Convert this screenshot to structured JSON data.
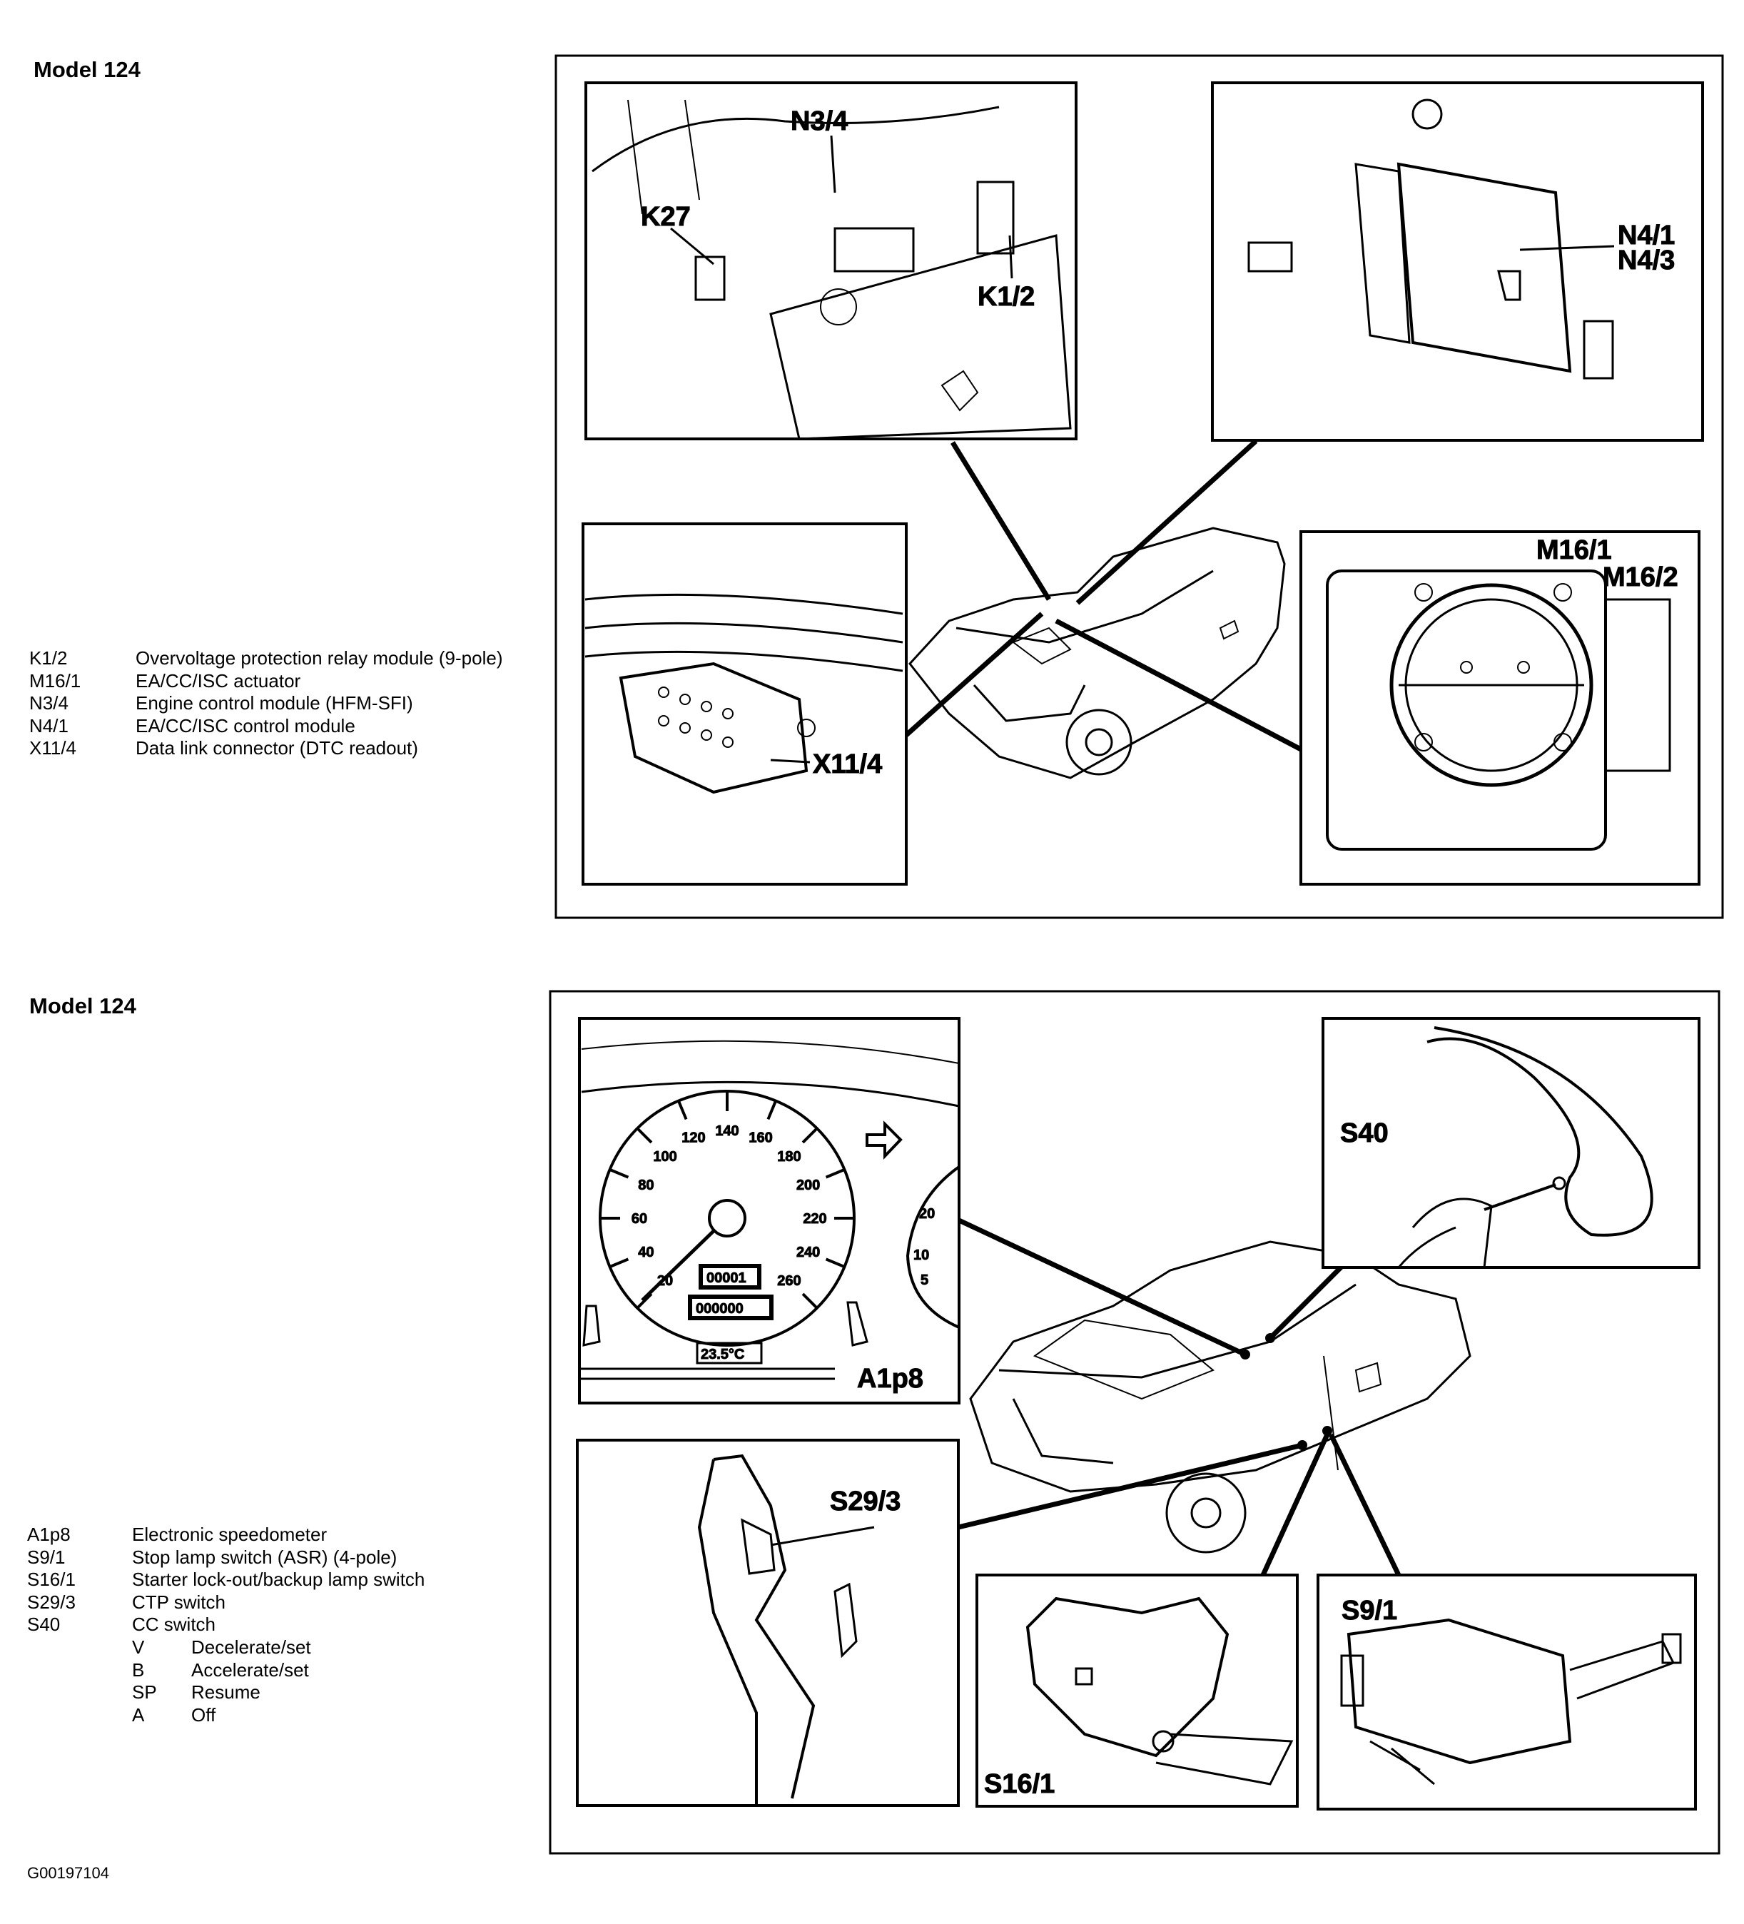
{
  "figure_top": {
    "title": "Model 124",
    "callouts": {
      "n3_4": "N3/4",
      "k27": "K27",
      "k1_2": "K1/2",
      "n4_1": "N4/1",
      "n4_3": "N4/3",
      "m16_1": "M16/1",
      "m16_2": "M16/2",
      "x11_4": "X11/4"
    },
    "legend": [
      {
        "code": "K1/2",
        "desc": "Overvoltage protection relay module (9-pole)"
      },
      {
        "code": "M16/1",
        "desc": "EA/CC/ISC actuator"
      },
      {
        "code": "N3/4",
        "desc": "Engine control module (HFM-SFI)"
      },
      {
        "code": "N4/1",
        "desc": "EA/CC/ISC control module"
      },
      {
        "code": "X11/4",
        "desc": "Data link connector (DTC readout)"
      }
    ]
  },
  "figure_bottom": {
    "title": "Model 124",
    "callouts": {
      "a1p8": "A1p8",
      "s40": "S40",
      "s29_3": "S29/3",
      "s16_1": "S16/1",
      "s9_1": "S9/1"
    },
    "speedometer": {
      "dial_labels": [
        "20",
        "40",
        "60",
        "80",
        "100",
        "120",
        "140",
        "160",
        "180",
        "200",
        "220",
        "240",
        "260"
      ],
      "trip_display": "00001",
      "odometer_display": "000000",
      "temperature": "23.5°C",
      "gauge_labels": [
        "20",
        "10",
        "5"
      ]
    },
    "legend": [
      {
        "code": "A1p8",
        "desc": "Electronic speedometer"
      },
      {
        "code": "S9/1",
        "desc": "Stop lamp switch (ASR) (4-pole)"
      },
      {
        "code": "S16/1",
        "desc": "Starter lock-out/backup lamp switch"
      },
      {
        "code": "S29/3",
        "desc": "CTP switch"
      },
      {
        "code": "S40",
        "desc": "CC switch"
      }
    ],
    "sub_legend": [
      {
        "code": "V",
        "desc": "Decelerate/set"
      },
      {
        "code": "B",
        "desc": "Accelerate/set"
      },
      {
        "code": "SP",
        "desc": "Resume"
      },
      {
        "code": "A",
        "desc": "Off"
      }
    ]
  },
  "figure_id": "G00197104"
}
